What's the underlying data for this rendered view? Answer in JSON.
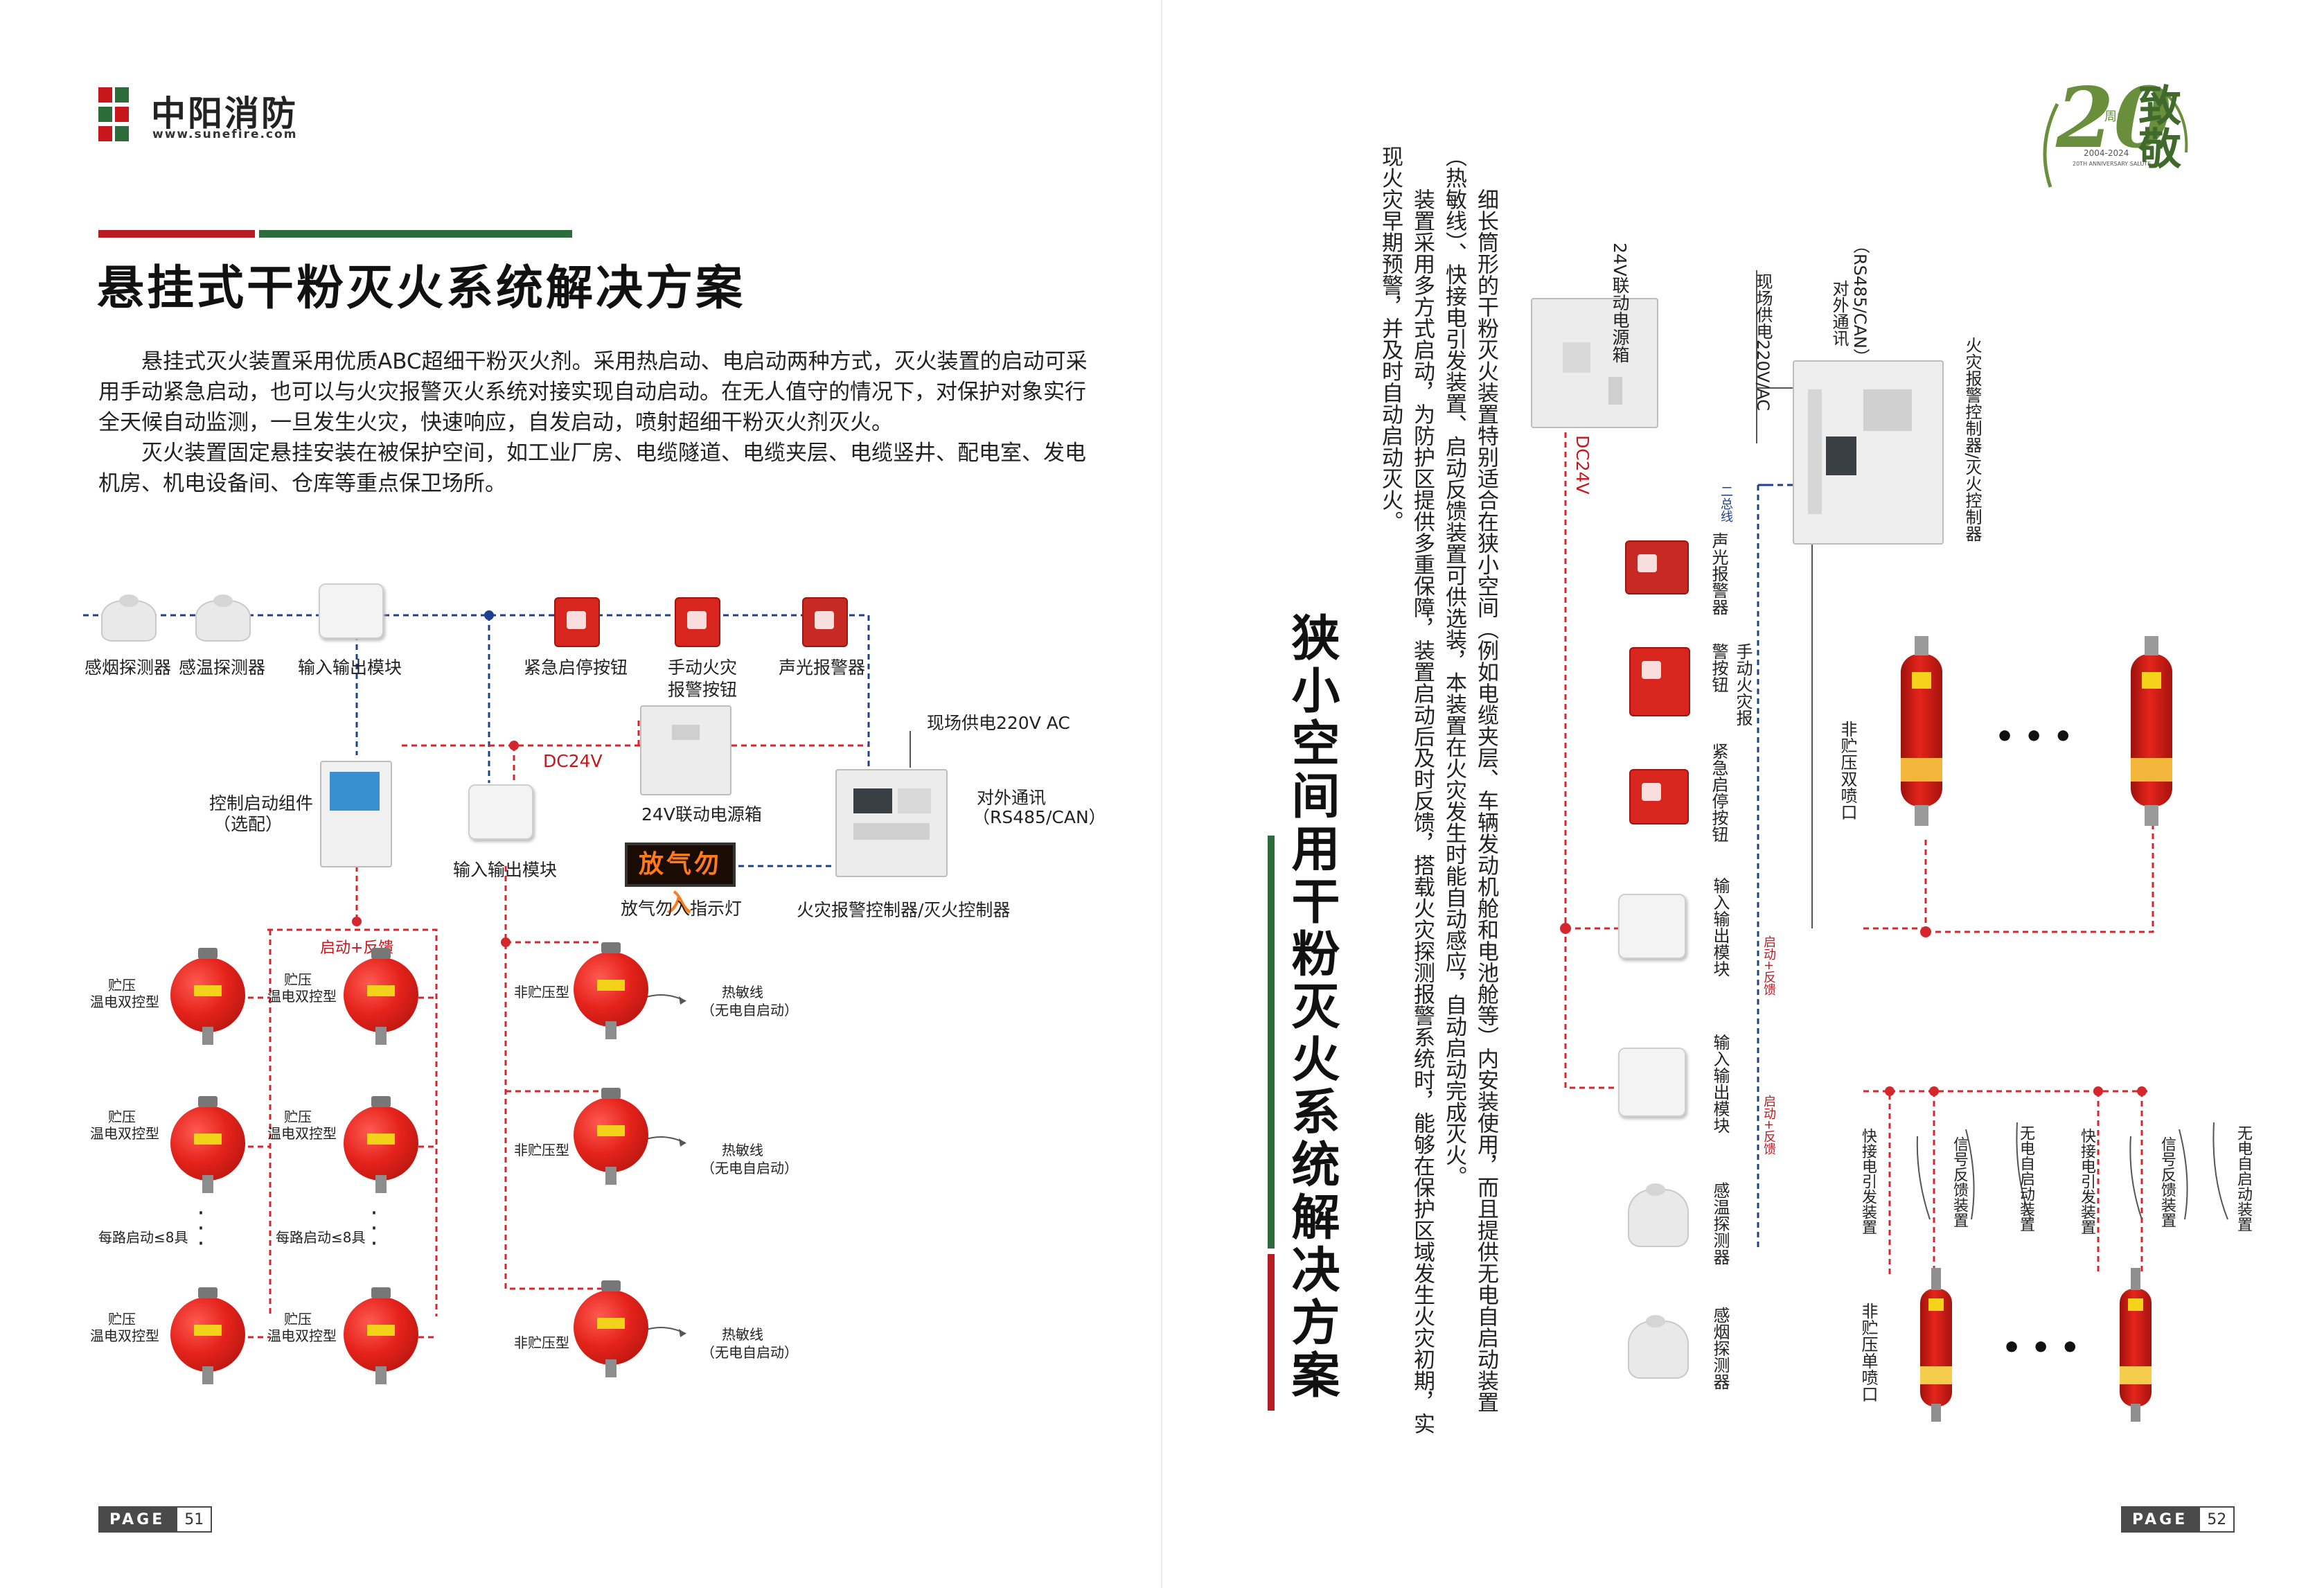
{
  "brand": {
    "name": "中阳消防",
    "url": "www.sunefire.com"
  },
  "anniversary": {
    "number": "20",
    "sub": "周年",
    "years": "2004-2024",
    "motto": "20TH ANNIVERSARY SALUTE",
    "chars": "致敬"
  },
  "left": {
    "title": "悬挂式干粉灭火系统解决方案",
    "paragraphs": [
      "悬挂式灭火装置采用优质ABC超细干粉灭火剂。采用热启动、电启动两种方式，灭火装置的启动可采用手动紧急启动，也可以与火灾报警灭火系统对接实现自动启动。在无人值守的情况下，对保护对象实行全天候自动监测，一旦发生火灾，快速响应，自发启动，喷射超细干粉灭火剂灭火。",
      "灭火装置固定悬挂安装在被保护空间，如工业厂房、电缆隧道、电缆夹层、电缆竖井、配电室、发电机房、机电设备间、仓库等重点保卫场所。"
    ],
    "labels": {
      "smoke": "感烟探测器",
      "heat": "感温探测器",
      "io1": "输入输出模块",
      "estop": "紧急启停按钮",
      "manual1": "手动火灾",
      "manual2": "报警按钮",
      "alarm": "声光报警器",
      "power220": "现场供电220V AC",
      "dc24": "DC24V",
      "psu": "24V联动电源箱",
      "comm1": "对外通讯",
      "comm2": "（RS485/CAN）",
      "ctrl1": "控制启动组件",
      "ctrl2": "（选配）",
      "io2": "输入输出模块",
      "sign_text": "放气勿入",
      "sign": "放气勿入指示灯",
      "controller": "火灾报警控制器/灭火控制器",
      "startfb": "启动+反馈",
      "stored1": "贮压",
      "stored2": "温电双控型",
      "perloop": "每路启动≤8具",
      "nonstored": "非贮压型",
      "heatline": "热敏线",
      "nopower": "（无电自启动）"
    },
    "page_label": "PAGE",
    "page_num": "51"
  },
  "right": {
    "title": "狭小空间用干粉灭火系统解决方案",
    "paragraphs": [
      "细长筒形的干粉灭火装置特别适合在狭小空间（例如电缆夹层、车辆发动机舱和电池舱等）内安装使用，而且提供无电自启动装置（热敏线）、快接电引发装置、启动反馈装置可供选装，本装置在火灾发生时能自动感应，自动启动完成灭火。",
      "装置采用多方式启动，为防护区提供多重保障，装置启动后及时反馈，搭载火灾探测报警系统时，能够在保护区域发生火灾初期，实现火灾早期预警，并及时自动启动灭火。"
    ],
    "labels": {
      "psu": "24V联动电源箱",
      "dc24": "DC24V",
      "power220": "现场供电220V/AC",
      "comm1": "对外通讯",
      "comm2": "（RS485/CAN）",
      "bus": "二总线",
      "controller": "火灾报警控制器/灭火控制器",
      "alarm": "声光报警器",
      "manual": "手动火灾报警按钮",
      "estop": "紧急启停按钮",
      "io": "输入输出模块",
      "heat": "感温探测器",
      "smoke": "感烟探测器",
      "startfb": "启动+反馈",
      "dual": "非贮压双喷口",
      "single": "非贮压单喷口",
      "quick": "快接电引发装置",
      "signal": "信号反馈装置",
      "nopower": "无电自启动装置"
    },
    "page_label": "PAGE",
    "page_num": "52"
  }
}
